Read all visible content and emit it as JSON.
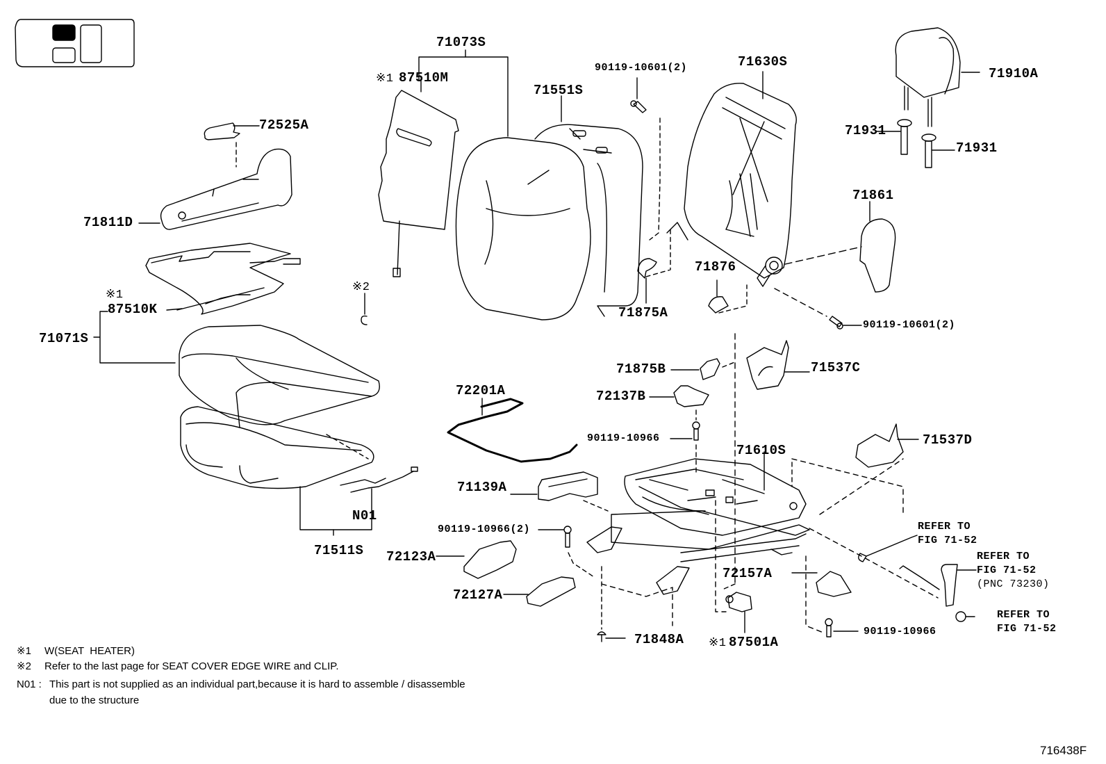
{
  "figure_id": "716438F",
  "labels": {
    "p71073S": "71073S",
    "p87510M": "87510M",
    "p87510M_mark": "※1",
    "p71551S": "71551S",
    "p90119_10601_top": "90119-10601(2)",
    "p71630S": "71630S",
    "p71910A": "71910A",
    "p71931_left": "71931",
    "p71931_right": "71931",
    "p72525A": "72525A",
    "p71811D": "71811D",
    "p71861": "71861",
    "p71876": "71876",
    "p71875A": "71875A",
    "p90119_10601_right": "90119-10601(2)",
    "p87510K_mark": "※1",
    "p87510K": "87510K",
    "p71071S": "71071S",
    "clip_mark": "※2",
    "p71875B": "71875B",
    "p71537C": "71537C",
    "p72137B": "72137B",
    "p72201A": "72201A",
    "p90119_10966_a": "90119-10966",
    "p71610S": "71610S",
    "p71537D": "71537D",
    "p71139A": "71139A",
    "pN01": "N01",
    "p71511S": "71511S",
    "p90119_10966_2": "90119-10966(2)",
    "p72123A": "72123A",
    "p72127A": "72127A",
    "p72157A": "72157A",
    "p71848A": "71848A",
    "p87501A_mark": "※1",
    "p87501A": "87501A",
    "p90119_10966_b": "90119-10966",
    "ref1_line1": "REFER TO",
    "ref1_line2": "FIG 71-52",
    "ref2_line1": "REFER TO",
    "ref2_line2": "FIG 71-52",
    "ref2_line3": "(PNC 73230)",
    "ref3_line1": "REFER TO",
    "ref3_line2": "FIG 71-52"
  },
  "notes": [
    {
      "mark": "※1",
      "text": "W(SEAT  HEATER)"
    },
    {
      "mark": "※2",
      "text": "Refer to the last page for SEAT COVER EDGE WIRE and CLIP."
    },
    {
      "mark": "N01 :",
      "text": "This part is not supplied as an individual part,because it is hard to assemble / disassemble"
    },
    {
      "mark": "",
      "text": "due to the structure"
    }
  ]
}
